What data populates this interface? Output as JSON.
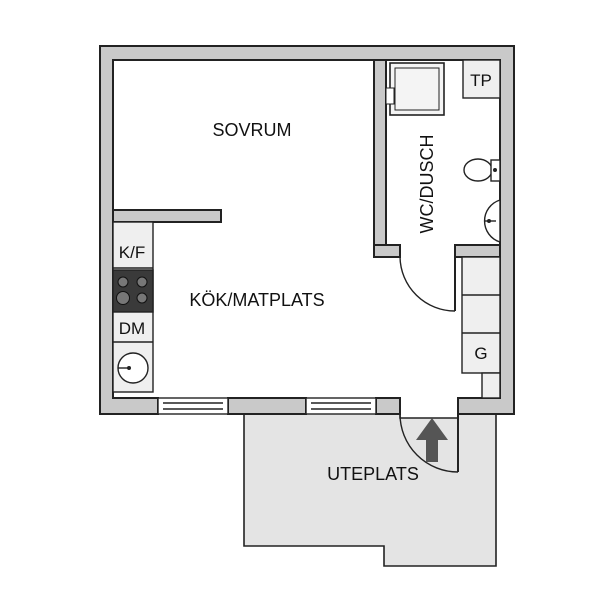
{
  "rooms": {
    "bedroom": "SOVRUM",
    "kitchen_dining": "KÖK/MATPLATS",
    "bathroom": "WC/DUSCH",
    "patio": "UTEPLATS"
  },
  "fixtures": {
    "fridge_freezer": "K/F",
    "dishwasher": "DM",
    "wardrobe": "G",
    "dryer": "TP"
  },
  "colors": {
    "wall": "#c9c9c9",
    "patio": "#e4e4e4",
    "arrow": "#555555",
    "line": "#222222"
  }
}
